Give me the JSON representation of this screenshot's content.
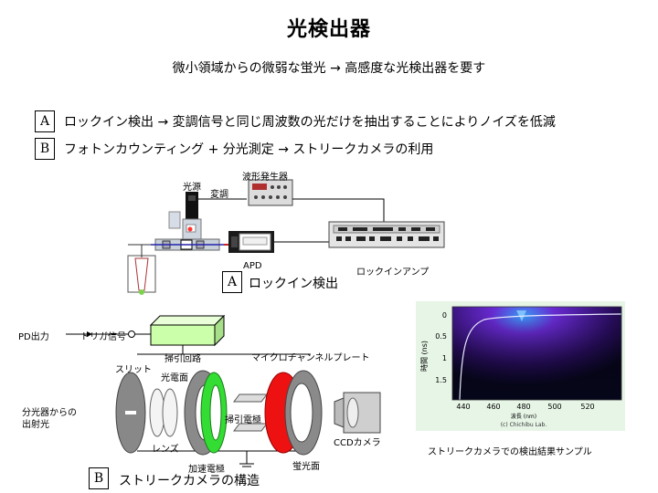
{
  "title": "光検出器",
  "subtitle": "微小領域からの微弱な蛍光 → 高感度な光検出器を要す",
  "methods": [
    {
      "letter": "A",
      "text": "ロックイン検出 → 変調信号と同じ周波数の光だけを抽出することによりノイズを低減"
    },
    {
      "letter": "B",
      "text": "フォトンカウンティング + 分光測定 → ストリークカメラの利用"
    }
  ],
  "lockin_diagram": {
    "light_source": "光源",
    "modulation": "変調",
    "waveform_generator": "波形発生器",
    "apd": "APD",
    "lockin_amp": "ロックインアンプ",
    "caption_letter": "A",
    "caption": "ロックイン検出"
  },
  "streak_diagram": {
    "pd_output": "PD出力",
    "trigger_signal": "トリガ信号",
    "sweep_circuit": "掃引回路",
    "mcp": "マイクロチャンネルプレート",
    "slit": "スリット",
    "photocathode": "光電面",
    "input_light_1": "分光器からの",
    "input_light_2": "出射光",
    "lens": "レンズ",
    "accel_electrode": "加速電極",
    "sweep_electrode": "掃引電極",
    "phosphor": "蛍光面",
    "ccd": "CCDカメラ",
    "caption_letter": "B",
    "caption": "ストリークカメラの構造"
  },
  "sample": {
    "y_label": "時間 (ns)",
    "y_ticks": [
      "0",
      "0.5",
      "1",
      "1.5"
    ],
    "x_ticks": [
      "440",
      "460",
      "480",
      "500",
      "520"
    ],
    "x_label": "波長 (nm)",
    "credit": "(c) Chichibu Lab.",
    "caption": "ストリークカメラでの検出結果サンプル"
  },
  "colors": {
    "green_box": "#ccffaa",
    "accel_green": "#33dd33",
    "phosphor_red": "#ee1111",
    "sample_bg": "#e6f5e6",
    "streak_bg": "#06061a",
    "streak_purple": "#6a2bd6",
    "streak_blue": "#3aa0ff"
  }
}
